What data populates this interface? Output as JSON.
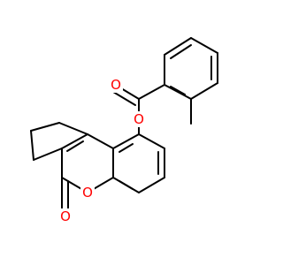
{
  "molecule": {
    "atoms": [
      {
        "id": "O_carbonyl_ester",
        "label": "O",
        "color": "#ff0000"
      },
      {
        "id": "O_ester",
        "label": "O",
        "color": "#ff0000"
      },
      {
        "id": "O_ring",
        "label": "O",
        "color": "#ff0000"
      },
      {
        "id": "O_lactone_carbonyl",
        "label": "O",
        "color": "#ff0000"
      }
    ],
    "bond_color": "#000000"
  }
}
